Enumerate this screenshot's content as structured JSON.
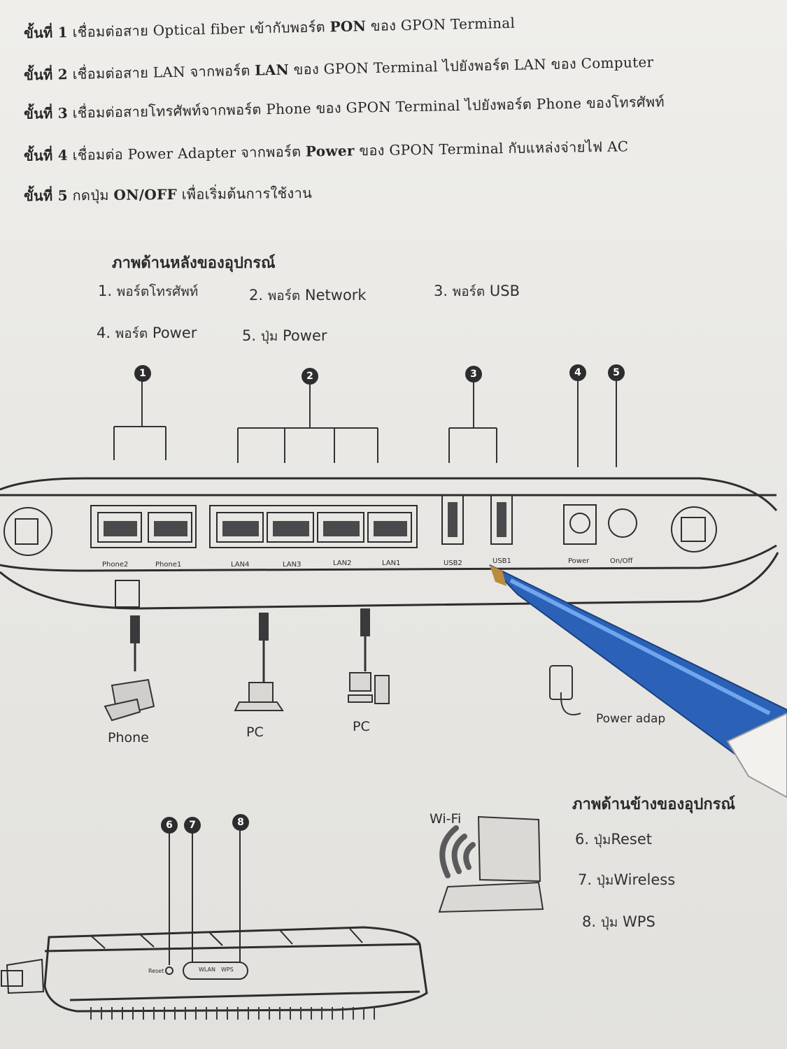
{
  "steps": [
    {
      "prefix": "ขั้นที่ 1",
      "text_a": " เชื่อมต่อสาย Optical fiber เข้ากับพอร์ต ",
      "bold": "PON",
      "text_b": " ของ GPON Terminal"
    },
    {
      "prefix": "ขั้นที่ 2",
      "text_a": " เชื่อมต่อสาย LAN จากพอร์ต ",
      "bold": "LAN",
      "text_b": " ของ GPON Terminal ไปยังพอร์ต LAN ของ Computer"
    },
    {
      "prefix": "ขั้นที่ 3",
      "text_a": " เชื่อมต่อสายโทรศัพท์จากพอร์ต Phone ของ GPON Terminal ไปยังพอร์ต Phone ของโทรศัพท์",
      "bold": "",
      "text_b": ""
    },
    {
      "prefix": "ขั้นที่ 4",
      "text_a": " เชื่อมต่อ Power Adapter จากพอร์ต ",
      "bold": "Power",
      "text_b": " ของ GPON Terminal กับแหล่งจ่ายไฟ AC"
    },
    {
      "prefix": "ขั้นที่ 5",
      "text_a": " กดปุ่ม ",
      "bold": "ON/OFF",
      "text_b": " เพื่อเริ่มต้นการใช้งาน"
    }
  ],
  "rear": {
    "title": "ภาพด้านหลังของอุปกรณ์",
    "legend": [
      {
        "num": "1.",
        "th": "พอร์ตโทรศัพท์",
        "en": ""
      },
      {
        "num": "2.",
        "th": "พอร์ต",
        "en": "Network"
      },
      {
        "num": "3.",
        "th": "พอร์ต",
        "en": "USB"
      },
      {
        "num": "4.",
        "th": "พอร์ต",
        "en": "Power"
      },
      {
        "num": "5.",
        "th": "ปุ่ม",
        "en": "Power"
      }
    ],
    "callouts": [
      "1",
      "2",
      "3",
      "4",
      "5"
    ],
    "port_labels": [
      "Phone2",
      "Phone1",
      "LAN4",
      "LAN3",
      "LAN2",
      "LAN1",
      "USB2",
      "USB1",
      "Power",
      "On/Off"
    ],
    "devices": [
      "Phone",
      "PC",
      "PC",
      "Power adap"
    ]
  },
  "side": {
    "title": "ภาพด้านข้างของอุปกรณ์",
    "legend": [
      {
        "num": "6.",
        "th": "ปุ่ม",
        "en": "Reset"
      },
      {
        "num": "7.",
        "th": "ปุ่ม",
        "en": "Wireless"
      },
      {
        "num": "8.",
        "th": "ปุ่ม",
        "en": "WPS"
      }
    ],
    "callouts": [
      "6",
      "7",
      "8"
    ],
    "button_labels": [
      "Reset",
      "WLAN",
      "WPS"
    ],
    "wifi_label": "Wi-Fi"
  }
}
